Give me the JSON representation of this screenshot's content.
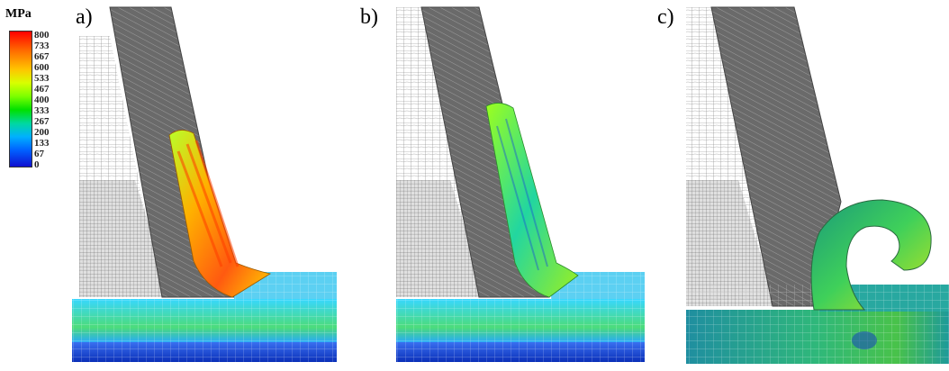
{
  "legend": {
    "unit": "MPa",
    "ticks": [
      "800",
      "733",
      "667",
      "600",
      "533",
      "467",
      "400",
      "333",
      "267",
      "200",
      "133",
      "67",
      "0"
    ]
  },
  "panels": {
    "a": {
      "label": "a)"
    },
    "b": {
      "label": "b)"
    },
    "c": {
      "label": "c)"
    }
  }
}
